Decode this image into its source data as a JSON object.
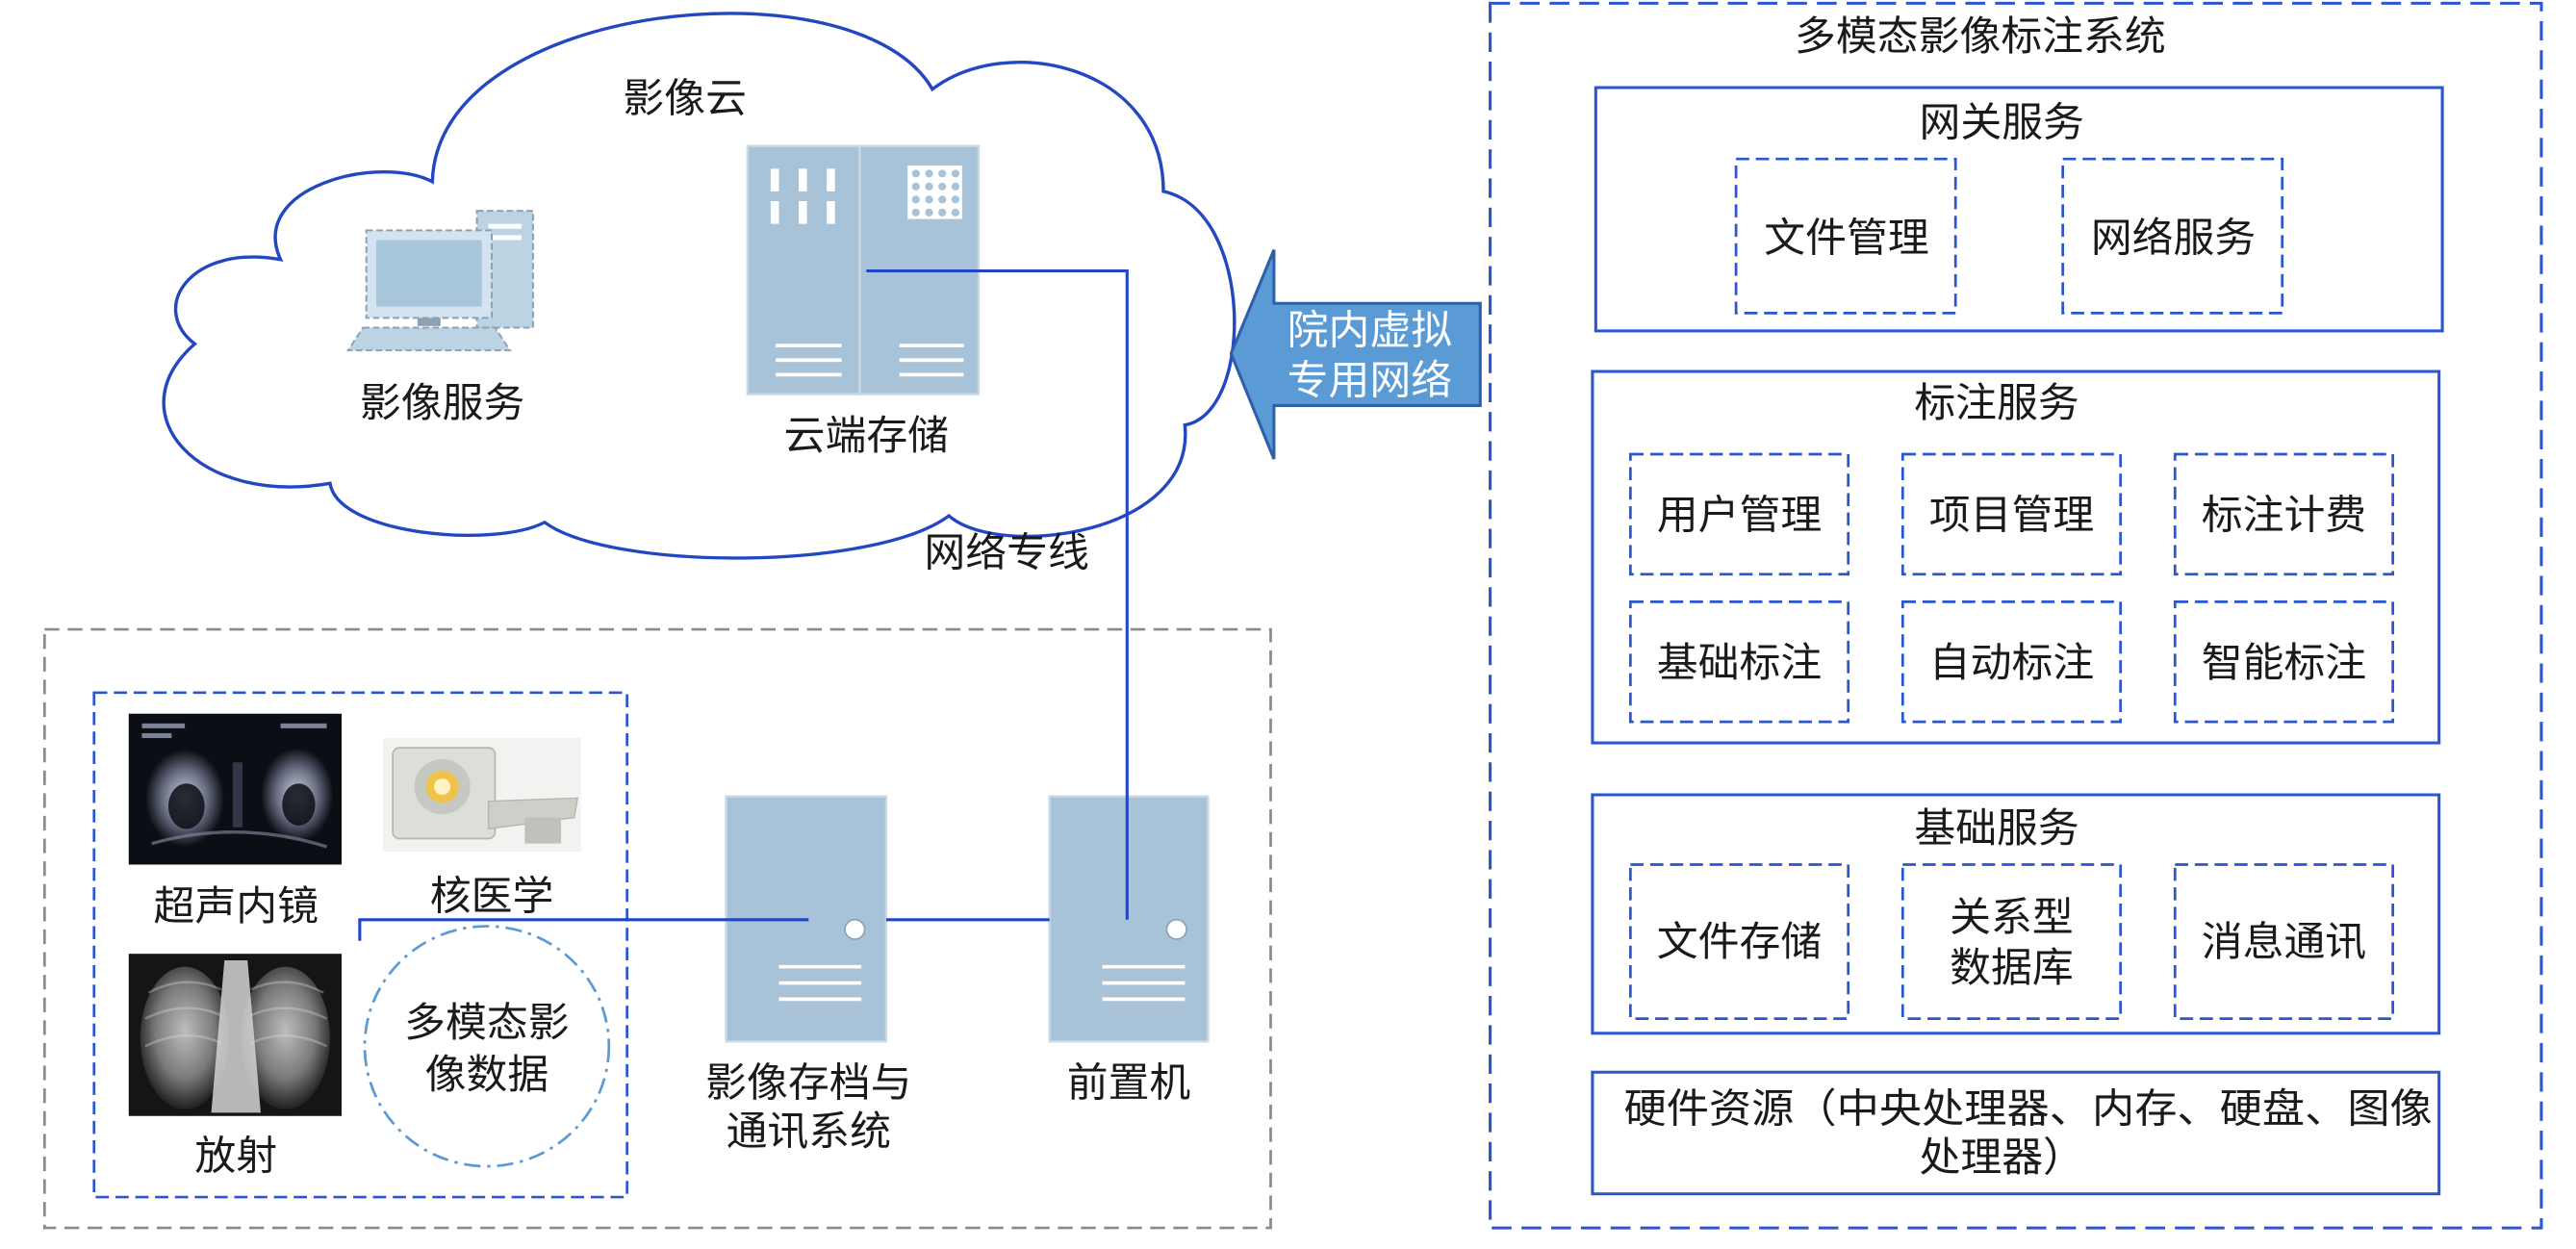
{
  "cloud": {
    "title": "影像云",
    "imaging_service": "影像服务",
    "cloud_storage": "云端存储"
  },
  "vpn_arrow": {
    "lines": [
      "院内虚拟",
      "专用网络"
    ]
  },
  "dedicated_line_label": "网络专线",
  "hospital": {
    "modalities": {
      "ultrasound": "超声内镜",
      "nuclear": "核医学",
      "radiology": "放射",
      "multimodal_data": [
        "多模态影",
        "像数据"
      ]
    },
    "pacs": [
      "影像存档与",
      "通讯系统"
    ],
    "front_machine": "前置机"
  },
  "system": {
    "title": "多模态影像标注系统",
    "gateway": {
      "title": "网关服务",
      "items": [
        "文件管理",
        "网络服务"
      ]
    },
    "annotation": {
      "title": "标注服务",
      "items": [
        "用户管理",
        "项目管理",
        "标注计费",
        "基础标注",
        "自动标注",
        "智能标注"
      ]
    },
    "base": {
      "title": "基础服务",
      "items": [
        {
          "lines": [
            "文件存储"
          ]
        },
        {
          "lines": [
            "关系型",
            "数据库"
          ]
        },
        {
          "lines": [
            "消息通讯"
          ]
        }
      ]
    },
    "hardware": {
      "lines": [
        "硬件资源（中央处理器、内存、硬盘、图像",
        "处理器）"
      ]
    }
  },
  "colors": {
    "box_blue": "#2a56d0",
    "line_blue": "#1f46c4",
    "server_fill": "#a8c3d8",
    "arrow_fill": "#5b9bd5",
    "arrow_stroke": "#2e5fa8",
    "gray_dash": "#8a8a8a",
    "circle_dashdot": "#5b9bd5",
    "cloud_outline": "#2347c0"
  }
}
